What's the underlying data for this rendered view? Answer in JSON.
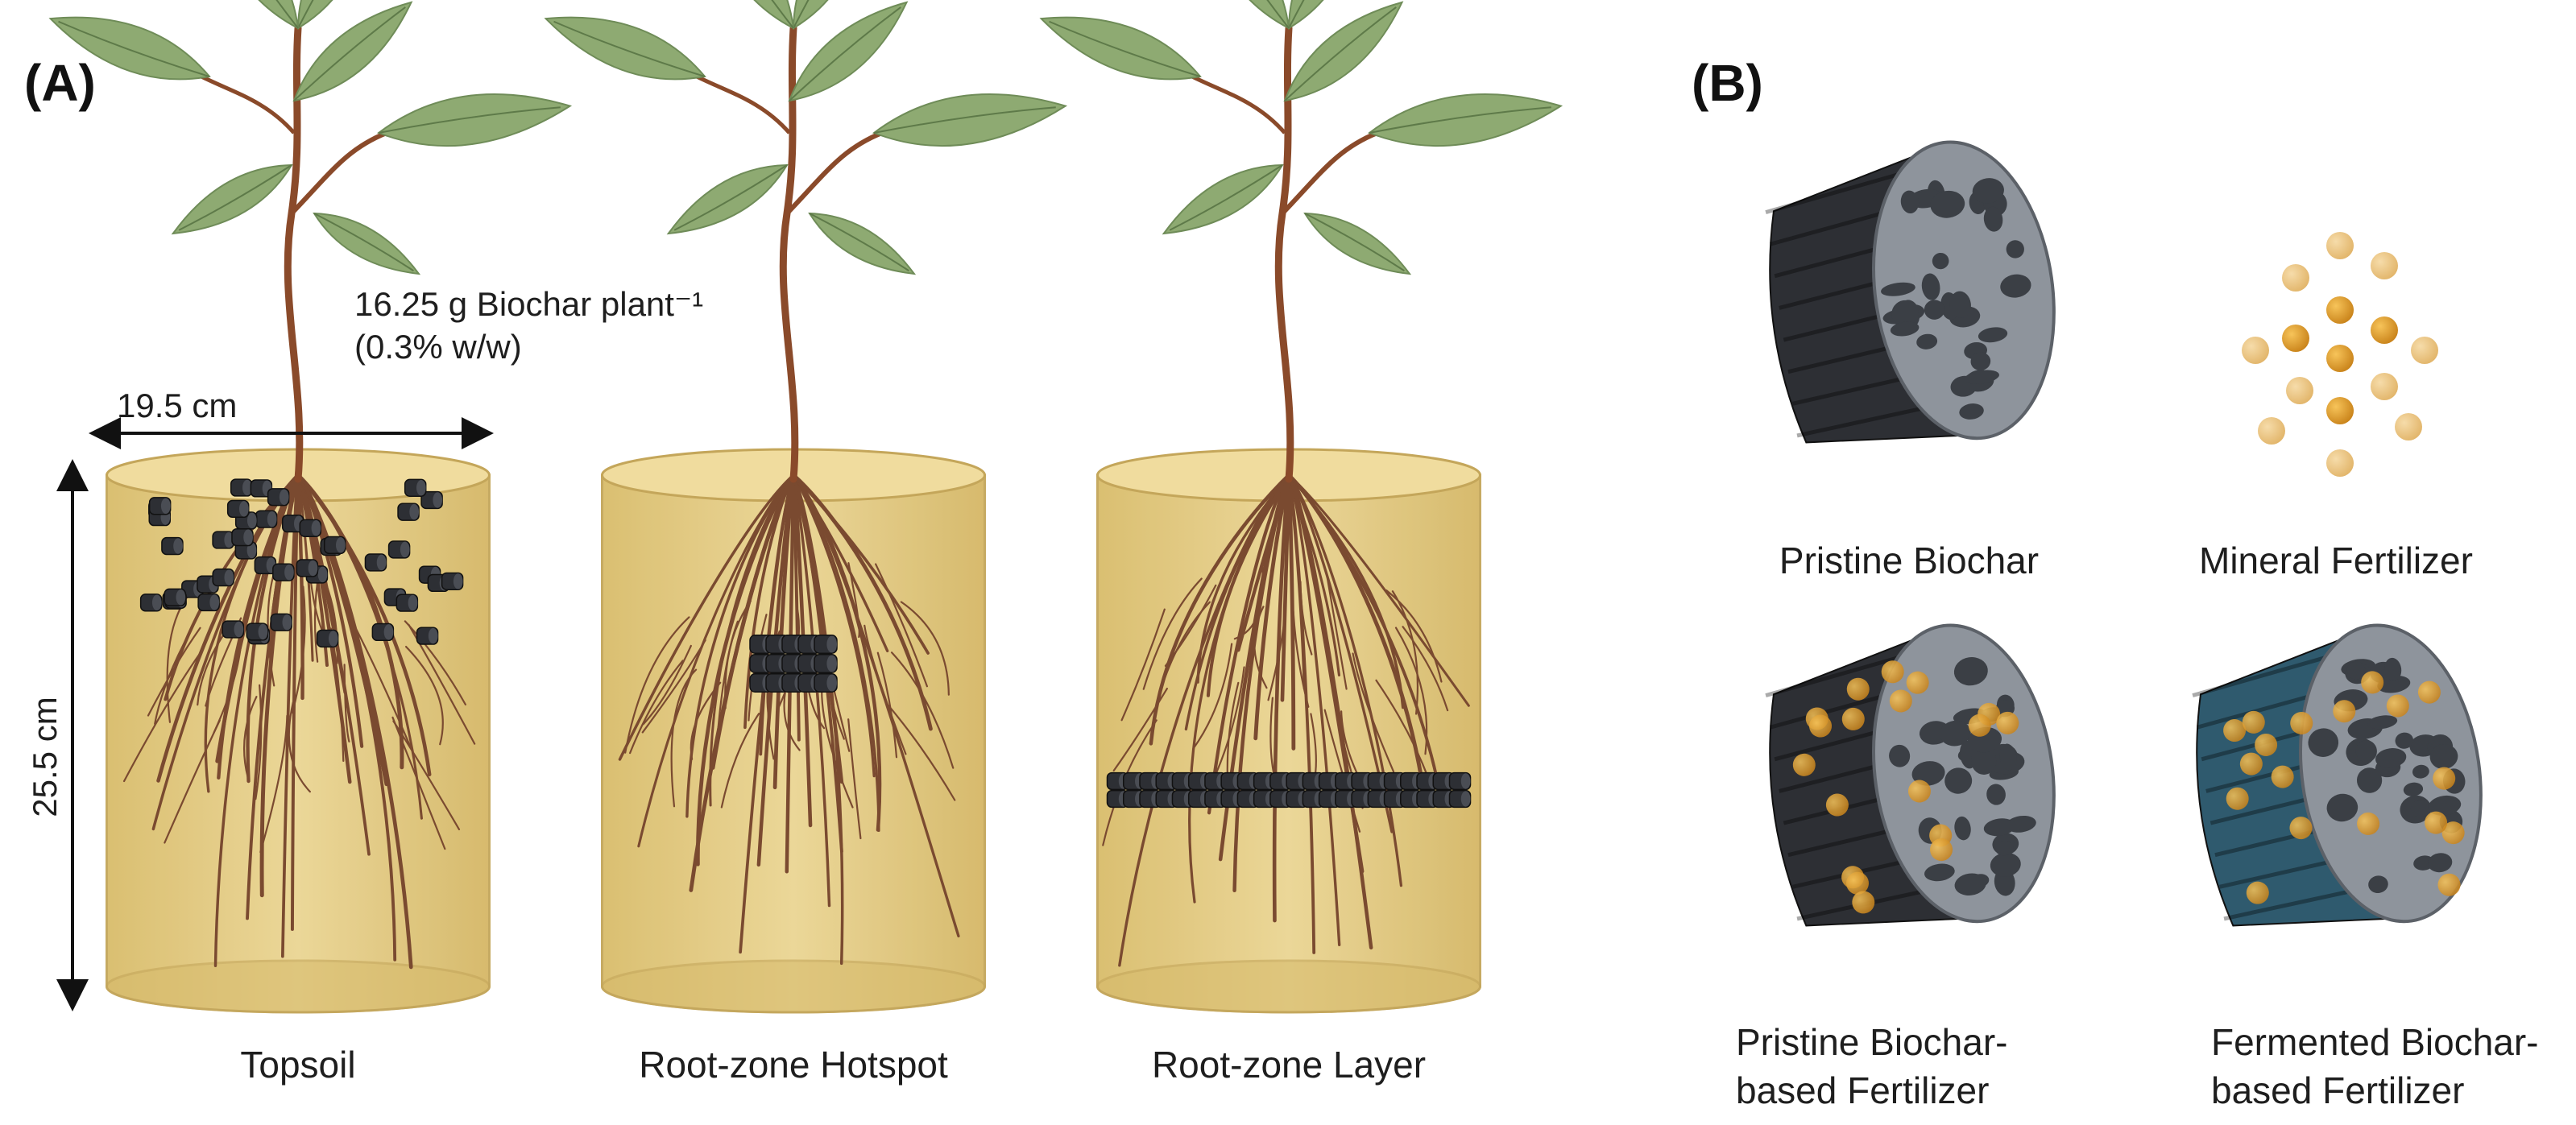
{
  "panel_a": {
    "label": "(A)",
    "dose_line1": "16.25 g Biochar plant⁻¹",
    "dose_line2": "(0.3% w/w)",
    "width_label": "19.5 cm",
    "height_label": "25.5 cm",
    "pots": [
      {
        "caption": "Topsoil"
      },
      {
        "caption": "Root-zone Hotspot"
      },
      {
        "caption": "Root-zone Layer"
      }
    ]
  },
  "panel_b": {
    "label": "(B)",
    "materials": [
      {
        "caption": "Pristine Biochar"
      },
      {
        "caption": "Mineral Fertilizer"
      },
      {
        "caption_line1": "Pristine Biochar-",
        "caption_line2": "based Fertilizer"
      },
      {
        "caption_line1": "Fermented Biochar-",
        "caption_line2": "based Fertilizer"
      }
    ]
  },
  "colors": {
    "pot_fill": "#e3c97e",
    "pot_edge": "#c4a65a",
    "root": "#7a4a30",
    "stem": "#8a4a2a",
    "leaf": "#8eaa72",
    "biochar": "#2d2f34",
    "fermented_biochar": "#2f5a6e",
    "fertilizer": "#e0a030"
  }
}
